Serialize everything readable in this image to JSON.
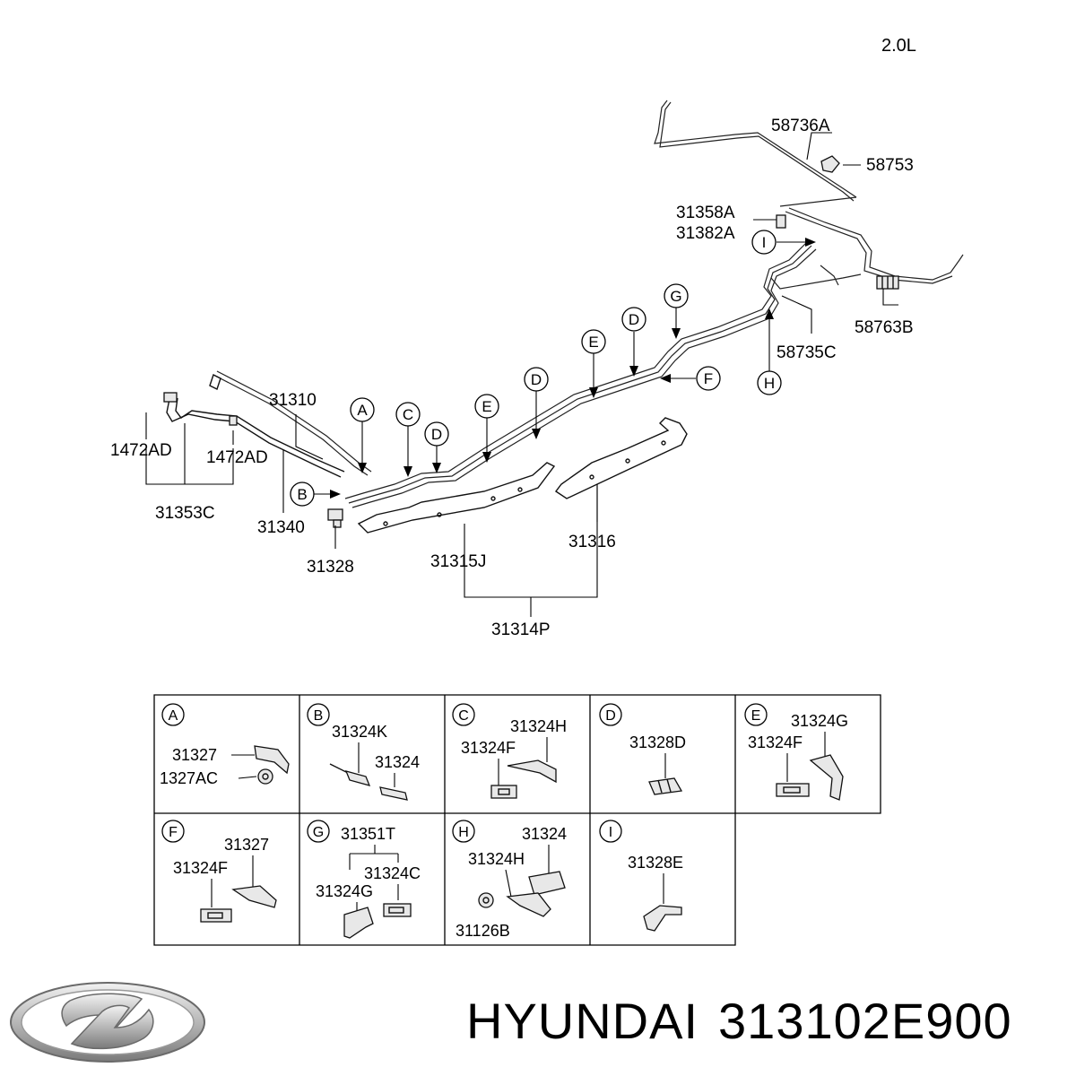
{
  "engine": "2.0L",
  "callouts": {
    "A": "A",
    "B": "B",
    "C": "C",
    "D": "D",
    "E": "E",
    "F": "F",
    "G": "G",
    "H": "H",
    "I": "I"
  },
  "parts": {
    "p58736A": "58736A",
    "p58753": "58753",
    "p31358A": "31358A",
    "p31382A": "31382A",
    "p58763B": "58763B",
    "p58735C": "58735C",
    "p31310": "31310",
    "p1472AD_left": "1472AD",
    "p1472AD_right": "1472AD",
    "p31353C": "31353C",
    "p31340": "31340",
    "p31328": "31328",
    "p31315J": "31315J",
    "p31316": "31316",
    "p31314P": "31314P"
  },
  "detail_cells": [
    {
      "key": "A",
      "labels": [
        "31327",
        "1327AC"
      ]
    },
    {
      "key": "B",
      "labels": [
        "31324K",
        "31324"
      ]
    },
    {
      "key": "C",
      "labels": [
        "31324H",
        "31324F"
      ]
    },
    {
      "key": "D",
      "labels": [
        "31328D"
      ]
    },
    {
      "key": "E",
      "labels": [
        "31324G",
        "31324F"
      ]
    },
    {
      "key": "F",
      "labels": [
        "31327",
        "31324F"
      ]
    },
    {
      "key": "G",
      "labels": [
        "31351T",
        "31324C",
        "31324G"
      ]
    },
    {
      "key": "H",
      "labels": [
        "31324",
        "31324H",
        "31126B"
      ]
    },
    {
      "key": "I",
      "labels": [
        "31328E"
      ]
    }
  ],
  "brand": {
    "name": "HYUNDAI",
    "part_number": "313102E900",
    "logo_icon": "hyundai-logo-icon"
  }
}
